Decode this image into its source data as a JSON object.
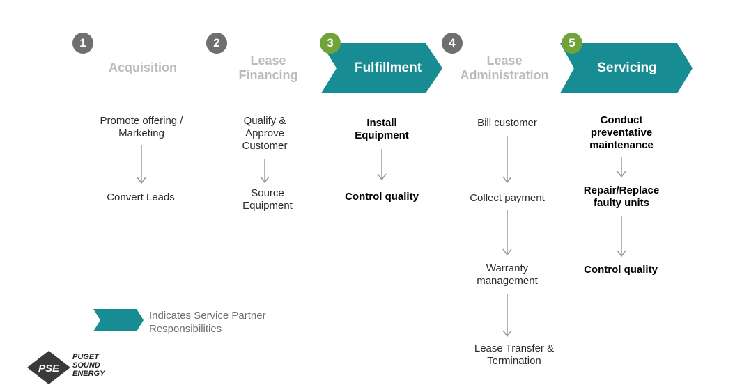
{
  "stages": [
    {
      "number": "1",
      "title": "Acquisition",
      "highlighted": false,
      "steps": [
        "Promote offering / Marketing",
        "Convert Leads"
      ]
    },
    {
      "number": "2",
      "title": "Lease Financing",
      "highlighted": false,
      "steps": [
        "Qualify & Approve Customer",
        "Source Equipment"
      ]
    },
    {
      "number": "3",
      "title": "Fulfillment",
      "highlighted": true,
      "steps": [
        "Install Equipment",
        "Control quality"
      ]
    },
    {
      "number": "4",
      "title": "Lease Administration",
      "highlighted": false,
      "steps": [
        "Bill customer",
        "Collect payment",
        "Warranty management",
        "Lease Transfer & Termination"
      ]
    },
    {
      "number": "5",
      "title": "Servicing",
      "highlighted": true,
      "steps": [
        "Conduct preventative maintenance",
        "Repair/Replace faulty units",
        "Control quality"
      ]
    }
  ],
  "legend": {
    "text": "Indicates Service Partner Responsibilities"
  },
  "logo": {
    "mark": "PSE",
    "words": [
      "PUGET",
      "SOUND",
      "ENERGY"
    ]
  },
  "colors": {
    "teal": "#178c93",
    "badge_gray": "#6f6f6f",
    "badge_green": "#72a33a",
    "muted_title": "#bcbcbc",
    "arrow": "#9a9a9a"
  }
}
